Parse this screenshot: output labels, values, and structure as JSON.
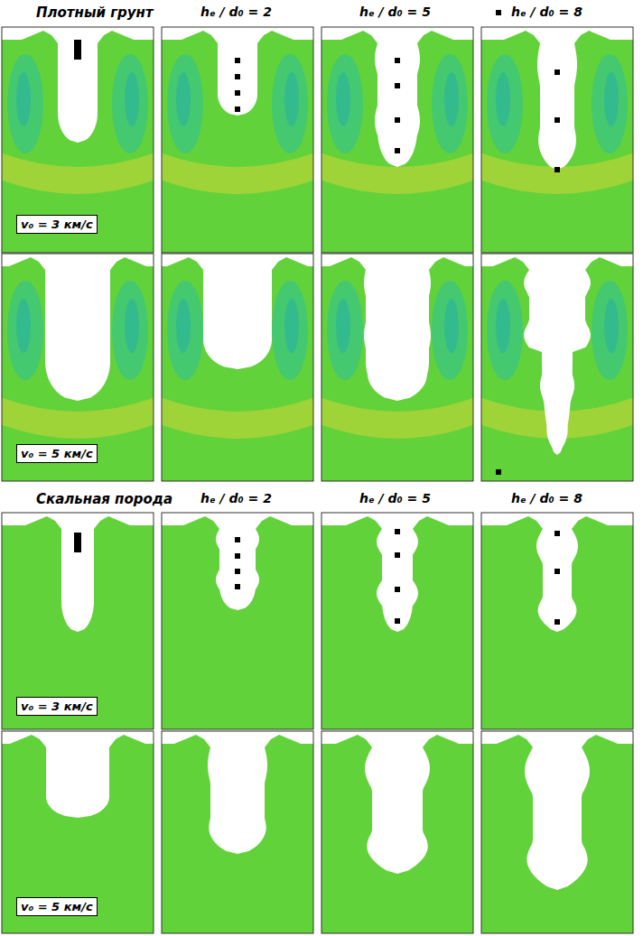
{
  "diagram": {
    "nodes": [
      {
        "text": [
          "v₀ = 3 км/с"
        ]
      },
      {
        "text": [
          "v₀ = 5 км/с"
        ]
      },
      {
        "text": [
          "v₀ = 3 км/с"
        ]
      },
      {
        "text": [
          "v₀ = 5 км/с"
        ]
      }
    ],
    "labels": [
      "Плотный грунт",
      "hₑ / d₀ = 2",
      "hₑ / d₀ = 5",
      "hₑ / d₀ = 8",
      "Скальная порода",
      "hₑ / d₀ = 2",
      "hₑ / d₀ = 5",
      "hₑ / d₀ = 8"
    ]
  }
}
